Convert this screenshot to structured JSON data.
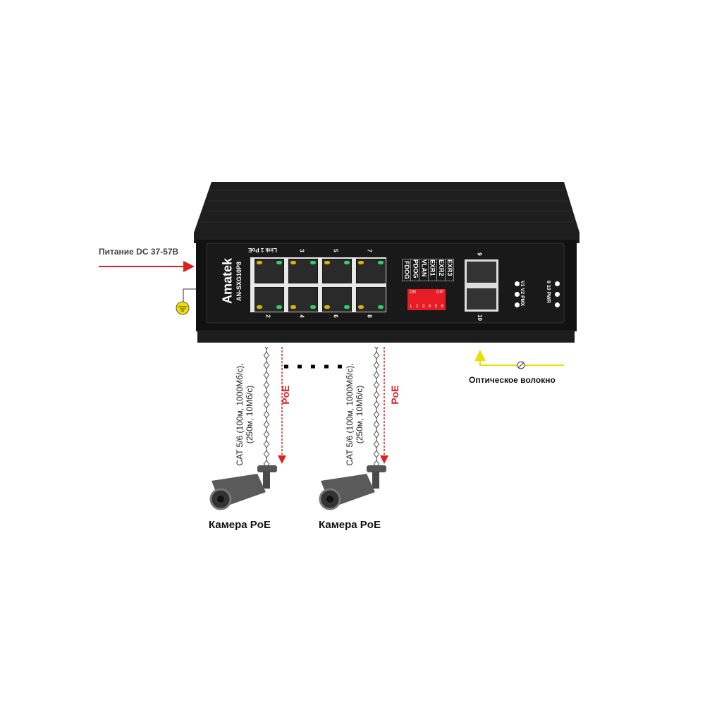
{
  "power_label": "Питание DC 37-57В",
  "switch": {
    "brand": "Amatek",
    "model": "AN-SXG10P8",
    "port_header": "Link 1 PoE",
    "top_port_numbers": [
      "3",
      "5",
      "7"
    ],
    "bottom_port_numbers": [
      "2",
      "4",
      "6",
      "8"
    ],
    "dip_functions": [
      "FDOG",
      "PDOG",
      "VLAN",
      "EXR1",
      "EXR2",
      "EXR3"
    ],
    "dip_on": "ON",
    "dip_label": "DIP",
    "dip_numbers": [
      "1",
      "2",
      "3",
      "4",
      "5",
      "6"
    ],
    "sfp_numbers": [
      "9",
      "10"
    ],
    "led_labels_left": [
      "V1",
      "V2",
      "PMX"
    ],
    "led_labels_right": [
      "9",
      "10",
      "PWR"
    ]
  },
  "cables": [
    {
      "spec_line1": "CAT 5/6 (100м, 1000Мб/с),",
      "spec_line2": "(250м, 10Мб/с)",
      "poe": "PoE",
      "camera": "Камера PoE"
    },
    {
      "spec_line1": "CAT 5/6 (100м, 1000Мб/с),",
      "spec_line2": "(250м, 10Мб/с)",
      "poe": "PoE",
      "camera": "Камера PoE"
    }
  ],
  "fiber_label": "Оптическое волокно",
  "colors": {
    "accent_red": "#e02020",
    "fiber_yellow": "#e8e000",
    "body": "#1b1b1b"
  }
}
